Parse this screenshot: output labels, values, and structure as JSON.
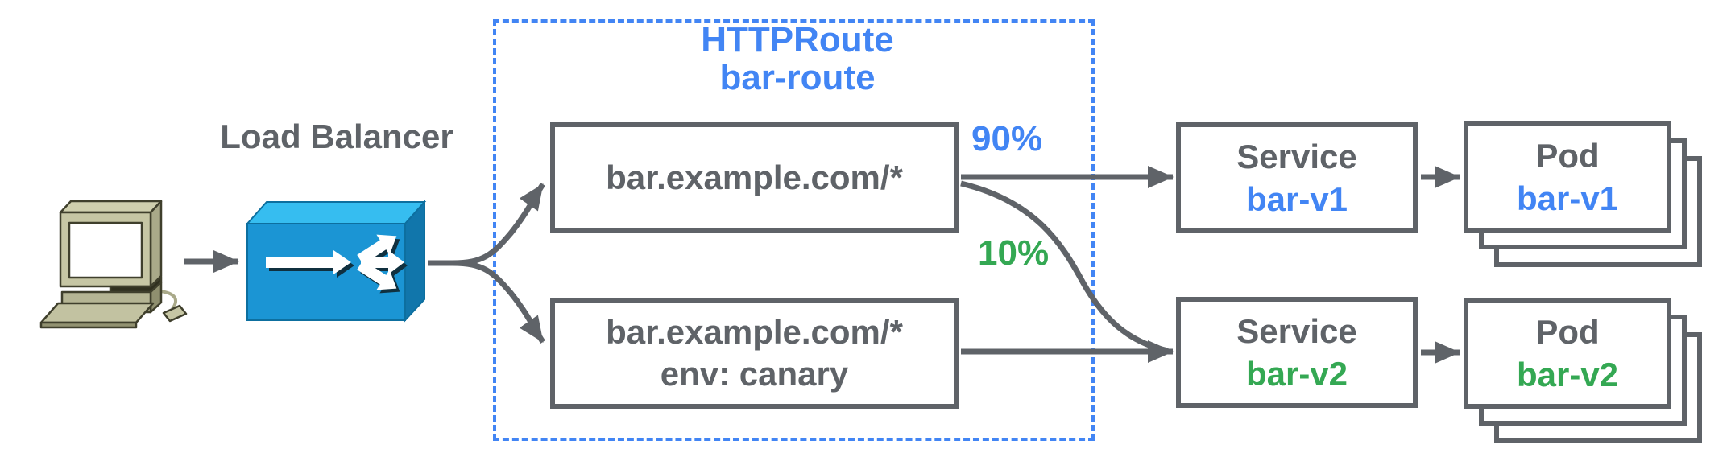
{
  "diagram": {
    "background": "#ffffff",
    "client": {
      "icon": "desktop-computer-icon"
    },
    "load_balancer": {
      "label": "Load Balancer",
      "icon": "load-balancer-icon"
    },
    "httproute": {
      "title_line1": "HTTPRoute",
      "title_line2": "bar-route",
      "rules": [
        {
          "match": "bar.example.com/*",
          "weight_label": "90%",
          "weight_color": "#4285f4"
        },
        {
          "match": "bar.example.com/*",
          "match_line2": "env: canary",
          "weight_label": "10%",
          "weight_color": "#34a853"
        }
      ]
    },
    "services": [
      {
        "kind": "Service",
        "name": "bar-v1",
        "name_color": "#4285f4"
      },
      {
        "kind": "Service",
        "name": "bar-v2",
        "name_color": "#34a853"
      }
    ],
    "pods": [
      {
        "kind": "Pod",
        "name": "bar-v1",
        "name_color": "#4285f4"
      },
      {
        "kind": "Pod",
        "name": "bar-v2",
        "name_color": "#34a853"
      }
    ],
    "colors": {
      "accent_blue": "#4285f4",
      "accent_green": "#34a853",
      "text_gray": "#5f6368",
      "border_gray": "#5f6368",
      "lb_front": "#1b95d4",
      "lb_top": "#36bdf0",
      "lb_side": "#1176ab"
    }
  }
}
